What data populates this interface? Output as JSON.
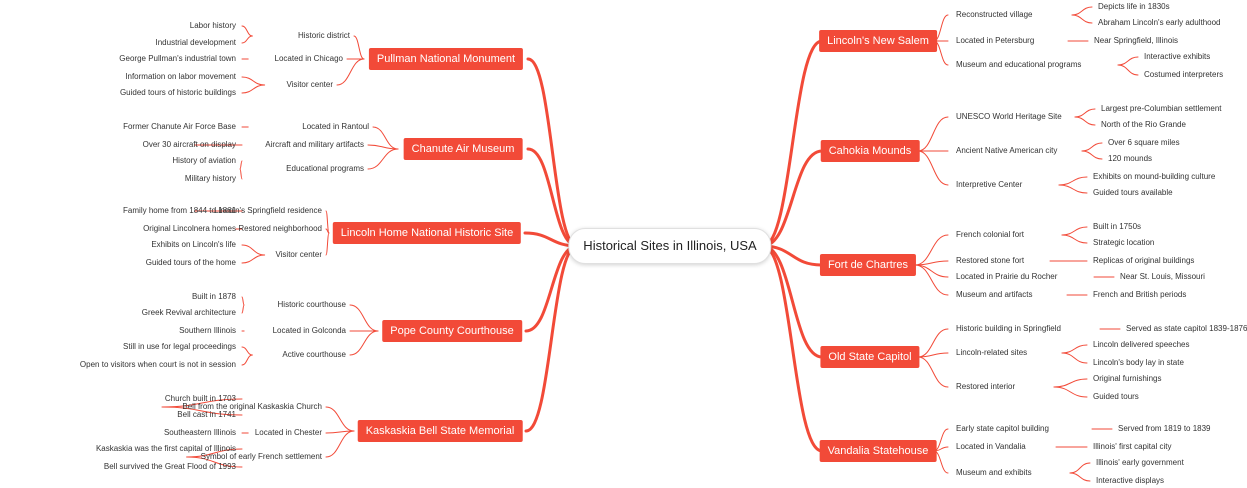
{
  "root": "Historical Sites in Illinois, USA",
  "colors": {
    "branch": "#f24a38",
    "line": "#f24a38"
  },
  "left": [
    {
      "label": "Pullman National Monument",
      "children": [
        {
          "label": "Historic district",
          "children": [
            "Labor history",
            "Industrial development"
          ]
        },
        {
          "label": "Located in Chicago",
          "children": [
            "George Pullman's industrial town"
          ]
        },
        {
          "label": "Visitor center",
          "children": [
            "Information on labor movement",
            "Guided tours of historic buildings"
          ]
        }
      ]
    },
    {
      "label": "Chanute Air Museum",
      "children": [
        {
          "label": "Located in Rantoul",
          "children": [
            "Former Chanute Air Force Base"
          ]
        },
        {
          "label": "Aircraft and military artifacts",
          "children": [
            "Over 30 aircraft on display"
          ]
        },
        {
          "label": "Educational programs",
          "children": [
            "History of aviation",
            "Military history"
          ]
        }
      ]
    },
    {
      "label": "Lincoln Home National Historic Site",
      "children": [
        {
          "label": "Lincoln's Springfield residence",
          "children": [
            "Family home from 1844 to 1861"
          ]
        },
        {
          "label": "Restored neighborhood",
          "children": [
            "Original Lincolnera homes"
          ]
        },
        {
          "label": "Visitor center",
          "children": [
            "Exhibits on Lincoln's life",
            "Guided tours of the home"
          ]
        }
      ]
    },
    {
      "label": "Pope County Courthouse",
      "children": [
        {
          "label": "Historic courthouse",
          "children": [
            "Built in 1878",
            "Greek Revival architecture"
          ]
        },
        {
          "label": "Located in Golconda",
          "children": [
            "Southern Illinois"
          ]
        },
        {
          "label": "Active courthouse",
          "children": [
            "Still in use for legal proceedings",
            "Open to visitors when court is not in session"
          ]
        }
      ]
    },
    {
      "label": "Kaskaskia Bell State Memorial",
      "children": [
        {
          "label": "Bell from the original Kaskaskia Church",
          "children": [
            "Church built in 1703",
            "Bell cast in 1741"
          ]
        },
        {
          "label": "Located in Chester",
          "children": [
            "Southeastern Illinois"
          ]
        },
        {
          "label": "Symbol of early French settlement",
          "children": [
            "Kaskaskia was the first capital of Illinois",
            "Bell survived the Great Flood of 1993"
          ]
        }
      ]
    }
  ],
  "right": [
    {
      "label": "Lincoln's New Salem",
      "children": [
        {
          "label": "Reconstructed village",
          "children": [
            "Depicts life in 1830s",
            "Abraham Lincoln's early adulthood"
          ]
        },
        {
          "label": "Located in Petersburg",
          "children": [
            "Near Springfield, Illinois"
          ]
        },
        {
          "label": "Museum and educational programs",
          "children": [
            "Interactive exhibits",
            "Costumed interpreters"
          ]
        }
      ]
    },
    {
      "label": "Cahokia Mounds",
      "children": [
        {
          "label": "UNESCO World Heritage Site",
          "children": [
            "Largest pre-Columbian settlement",
            "North of the Rio Grande"
          ]
        },
        {
          "label": "Ancient Native American city",
          "children": [
            "Over 6 square miles",
            "120 mounds"
          ]
        },
        {
          "label": "Interpretive Center",
          "children": [
            "Exhibits on mound-building culture",
            "Guided tours available"
          ]
        }
      ]
    },
    {
      "label": "Fort de Chartres",
      "children": [
        {
          "label": "French colonial fort",
          "children": [
            "Built in 1750s",
            "Strategic location"
          ]
        },
        {
          "label": "Restored stone fort",
          "children": [
            "Replicas of original buildings"
          ]
        },
        {
          "label": "Located in Prairie du Rocher",
          "children": [
            "Near St. Louis, Missouri"
          ]
        },
        {
          "label": "Museum and artifacts",
          "children": [
            "French and British periods"
          ]
        }
      ]
    },
    {
      "label": "Old State Capitol",
      "children": [
        {
          "label": "Historic building in Springfield",
          "children": [
            "Served as state capitol 1839-1876"
          ]
        },
        {
          "label": "Lincoln-related sites",
          "children": [
            "Lincoln delivered speeches",
            "Lincoln's body lay in state"
          ]
        },
        {
          "label": "Restored interior",
          "children": [
            "Original furnishings",
            "Guided tours"
          ]
        }
      ]
    },
    {
      "label": "Vandalia Statehouse",
      "children": [
        {
          "label": "Early state capitol building",
          "children": [
            "Served from 1819 to 1839"
          ]
        },
        {
          "label": "Located in Vandalia",
          "children": [
            "Illinois' first capital city"
          ]
        },
        {
          "label": "Museum and exhibits",
          "children": [
            "Illinois' early government",
            "Interactive displays"
          ]
        }
      ]
    }
  ]
}
